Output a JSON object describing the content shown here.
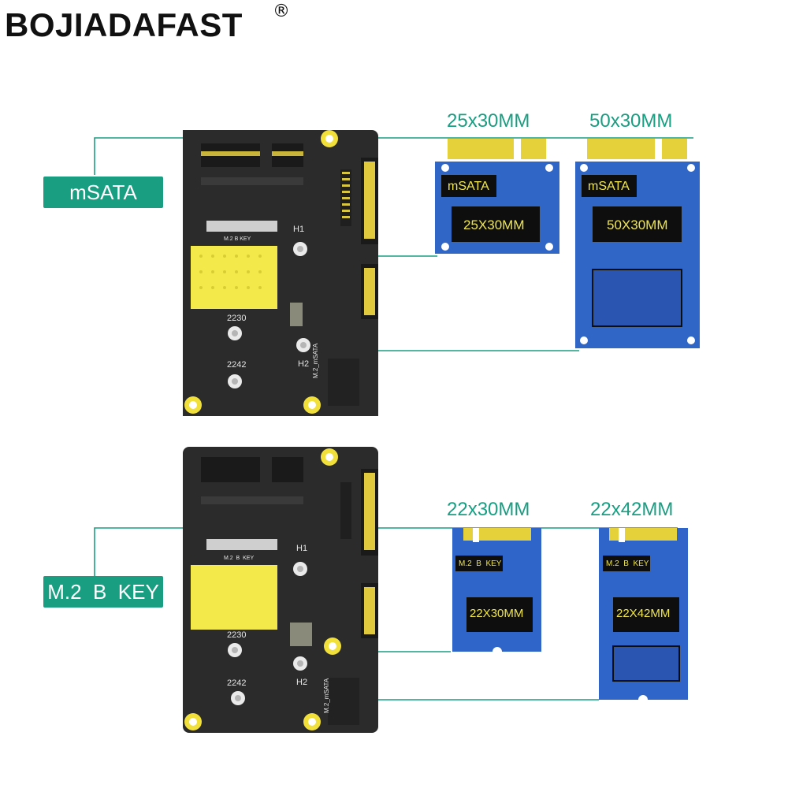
{
  "brand": {
    "name": "BOJIADAFAST",
    "registered": "®"
  },
  "sections": [
    {
      "label": "mSATA",
      "cards": [
        {
          "size_title": "25x30MM",
          "type_label": "mSATA",
          "chip_label": "25X30MM"
        },
        {
          "size_title": "50x30MM",
          "type_label": "mSATA",
          "chip_label": "50X30MM"
        }
      ],
      "board": {
        "hole_h1": "H1",
        "hole_h2": "H2",
        "size_a": "2230",
        "size_b": "2242",
        "slot_label": "M.2  B  KEY",
        "side_text": "M.2_mSATA"
      }
    },
    {
      "label": "M.2  B  KEY",
      "cards": [
        {
          "size_title": "22x30MM",
          "type_label": "M.2  B  KEY",
          "chip_label": "22X30MM"
        },
        {
          "size_title": "22x42MM",
          "type_label": "M.2  B  KEY",
          "chip_label": "22X42MM"
        }
      ],
      "board": {
        "hole_h1": "H1",
        "hole_h2": "H2",
        "size_a": "2230",
        "size_b": "2242",
        "slot_label": "M.2  B  KEY",
        "side_text": "M.2_mSATA"
      }
    }
  ],
  "colors": {
    "accent": "#1a9e82",
    "pcb": "#2b2b2b",
    "card_blue": "#2f62c8",
    "gold": "#e9d33a"
  }
}
